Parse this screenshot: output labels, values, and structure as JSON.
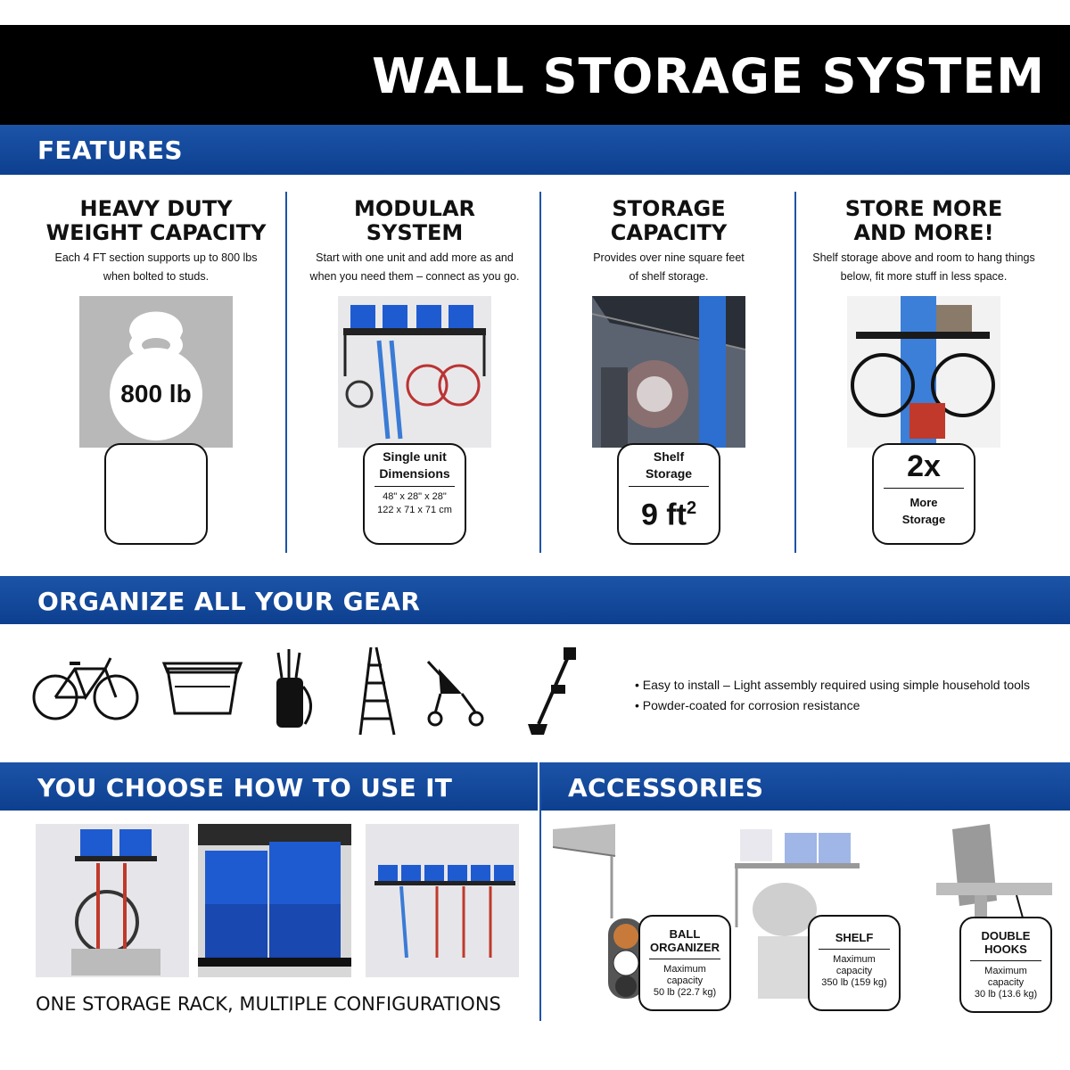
{
  "header": {
    "title": "WALL STORAGE SYSTEM"
  },
  "features": {
    "heading": "FEATURES",
    "columns": [
      {
        "title_line1": "HEAVY DUTY",
        "title_line2": "WEIGHT CAPACITY",
        "desc_line1": "Each 4 FT section supports up to 800 lbs",
        "desc_line2": "when bolted to studs.",
        "photo_label": "800 lb"
      },
      {
        "title_line1": "MODULAR",
        "title_line2": "SYSTEM",
        "desc_line1": "Start with one unit and add more as and",
        "desc_line2": "when you need them – connect as you go.",
        "badge_line1": "Single unit",
        "badge_line2": "Dimensions",
        "badge_line3": "48\" x 28\" x 28\"",
        "badge_line4": "122 x 71 x 71 cm"
      },
      {
        "title_line1": "STORAGE",
        "title_line2": "CAPACITY",
        "desc_line1": "Provides over nine square feet",
        "desc_line2": "of shelf storage.",
        "badge_line1": "Shelf",
        "badge_line2": "Storage",
        "badge_big": "9 ft",
        "badge_sup": "2"
      },
      {
        "title_line1": "STORE MORE",
        "title_line2": "AND MORE!",
        "desc_line1": "Shelf storage above and room to hang things",
        "desc_line2": "below, fit more stuff in less space.",
        "badge_big": "2x",
        "badge_line1": "More",
        "badge_line2": "Storage"
      }
    ]
  },
  "gear": {
    "heading": "ORGANIZE ALL YOUR GEAR",
    "bullets": [
      "Easy to install – Light assembly required using simple household tools",
      "Powder-coated for corrosion resistance"
    ]
  },
  "use": {
    "heading": "YOU CHOOSE HOW TO USE IT",
    "caption": "ONE STORAGE RACK, MULTIPLE CONFIGURATIONS"
  },
  "accessories": {
    "heading": "ACCESSORIES",
    "items": [
      {
        "title_line1": "BALL",
        "title_line2": "ORGANIZER",
        "label1": "Maximum",
        "label2": "capacity",
        "label3": "50 lb (22.7 kg)"
      },
      {
        "title_line1": "SHELF",
        "title_line2": "",
        "label1": "Maximum",
        "label2": "capacity",
        "label3": "350 lb (159 kg)"
      },
      {
        "title_line1": "DOUBLE",
        "title_line2": "HOOKS",
        "label1": "Maximum",
        "label2": "capacity",
        "label3": "30 lb (13.6 kg)"
      }
    ]
  },
  "colors": {
    "band_blue": "#1c54a8",
    "header_black": "#000000",
    "bin_blue": "#1f5bd0"
  }
}
